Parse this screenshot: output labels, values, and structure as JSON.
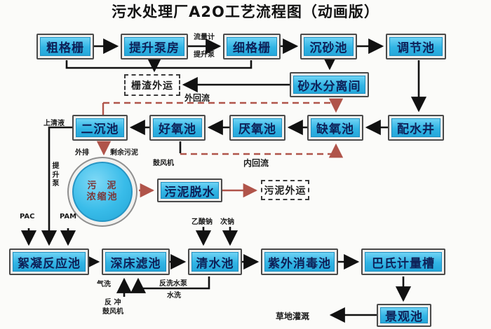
{
  "title": "污水处理厂A2O工艺流程图（动画版）",
  "colors": {
    "box_fill": "#31b4e4",
    "box_text": "#0e2158",
    "arrow_black": "#111111",
    "arrow_red": "#b0544a",
    "circle_text": "#7c3434"
  },
  "nodes": {
    "cu_ge_shan": {
      "label": "粗格栅"
    },
    "ti_sheng_beng_fang": {
      "label": "提升泵房"
    },
    "xi_ge_shan": {
      "label": "细格栅"
    },
    "chen_sha_chi": {
      "label": "沉砂池"
    },
    "tiao_jie_chi": {
      "label": "调节池"
    },
    "sha_shui_fen_li_jian": {
      "label": "砂水分离间"
    },
    "er_chen_chi": {
      "label": "二沉池"
    },
    "hao_yang_chi": {
      "label": "好氧池"
    },
    "yan_yang_chi": {
      "label": "厌氧池"
    },
    "que_yang_chi": {
      "label": "缺氧池"
    },
    "pei_shui_jing": {
      "label": "配水井"
    },
    "wu_ni_tuo_shui": {
      "label": "污泥脱水"
    },
    "xu_ning_fan_ying_chi": {
      "label": "絮凝反应池"
    },
    "shen_chuang_lv_chi": {
      "label": "深床滤池"
    },
    "qing_shui_chi": {
      "label": "清水池"
    },
    "zi_wai_xiao_du_chi": {
      "label": "紫外消毒池"
    },
    "ba_shi_ji_liang_cao": {
      "label": "巴氏计量槽"
    },
    "jing_guan_chi": {
      "label": "景观池"
    }
  },
  "dashed_nodes": {
    "zha_zha_wai_yun": {
      "label": "栅渣外运"
    },
    "wu_ni_wai_yun": {
      "label": "污泥外运"
    }
  },
  "circle_node": {
    "line1": "污  泥",
    "line2": "浓缩池"
  },
  "annotations": {
    "liu_liang_ji": "流量计",
    "ti_sheng_beng": "提升泵",
    "wai_hui_liu": "外回流",
    "shang_qing_ye": "上清液",
    "wai_pai": "外排",
    "sheng_yu_wu_ni": "剩余污泥",
    "gu_feng_ji": "鼓风机",
    "nei_hui_liu": "内回流",
    "ti_sheng_beng_vertical": "提升泵",
    "pac": "PAC",
    "pam": "PAM",
    "yi_suan_na": "乙酸钠",
    "ci_na": "次钠",
    "qi_xi": "气洗",
    "fan_xi_shui_beng": "反洗水泵",
    "shui_xi": "水洗",
    "fan_chong_line1": "反 冲",
    "fan_chong_line2": "鼓风机",
    "cao_di_guan_gai": "草地灌溉"
  }
}
